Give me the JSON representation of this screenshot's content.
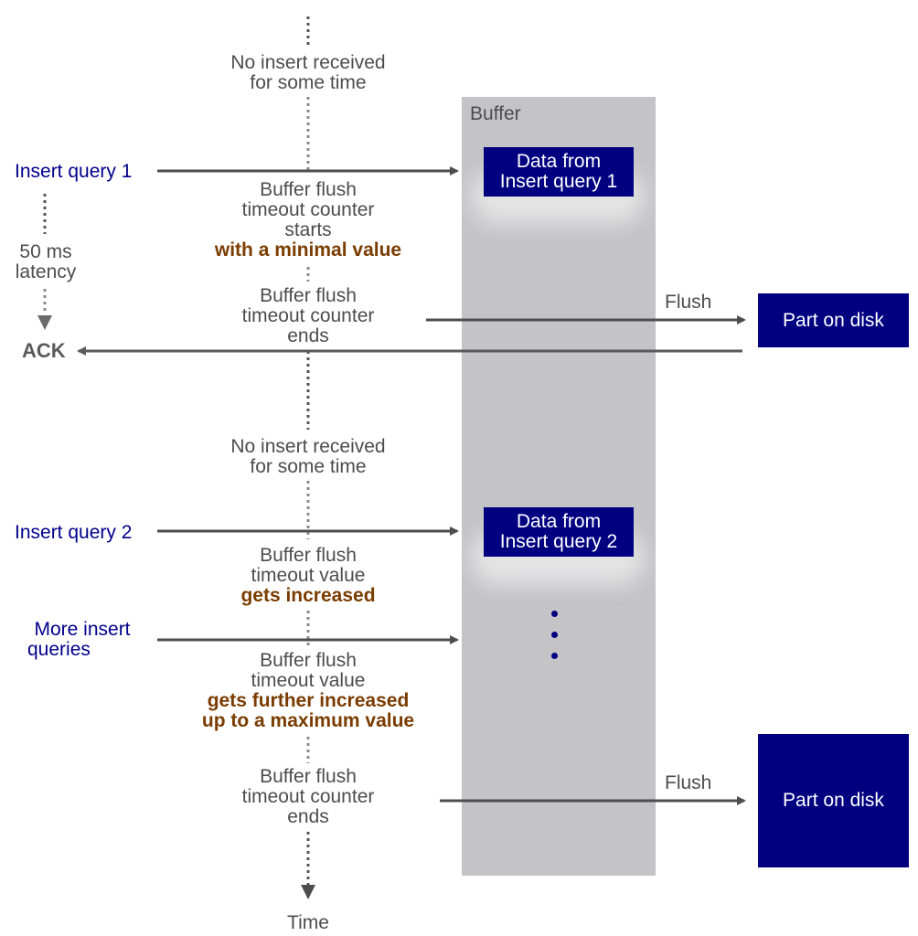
{
  "buffer": {
    "label": "Buffer"
  },
  "timeline": {
    "end_label": "Time"
  },
  "phase1": {
    "idle_line1": "No insert received",
    "idle_line2": "for some time",
    "query_label": "Insert query 1",
    "data_box_line1": "Data from",
    "data_box_line2": "Insert query 1",
    "start_line1": "Buffer flush",
    "start_line2": "timeout counter",
    "start_line3": "starts",
    "start_emphasis": "with a minimal value",
    "latency_line1": "50 ms",
    "latency_line2": "latency",
    "end_line1": "Buffer flush",
    "end_line2": "timeout counter",
    "end_line3": "ends",
    "flush_label": "Flush",
    "part_label": "Part on disk",
    "ack_label": "ACK"
  },
  "phase2": {
    "idle_line1": "No insert received",
    "idle_line2": "for some time",
    "query_label": "Insert query 2",
    "data_box_line1": "Data from",
    "data_box_line2": "Insert query 2",
    "inc_line1": "Buffer flush",
    "inc_line2": "timeout value",
    "inc_emphasis": "gets increased",
    "more_line1": "More insert",
    "more_line2": "queries",
    "further_line1": "Buffer flush",
    "further_line2": "timeout value",
    "further_emphasis1": "gets further increased",
    "further_emphasis2": "up to a maximum value",
    "end_line1": "Buffer flush",
    "end_line2": "timeout counter",
    "end_line3": "ends",
    "flush_label": "Flush",
    "part_label": "Part on disk"
  },
  "colors": {
    "box_fill": "#000080",
    "buffer_fill": "#c4c4c6",
    "arrow": "#4d4d4d",
    "query_text": "#00008b",
    "emphasis_text": "#7a3c00"
  }
}
